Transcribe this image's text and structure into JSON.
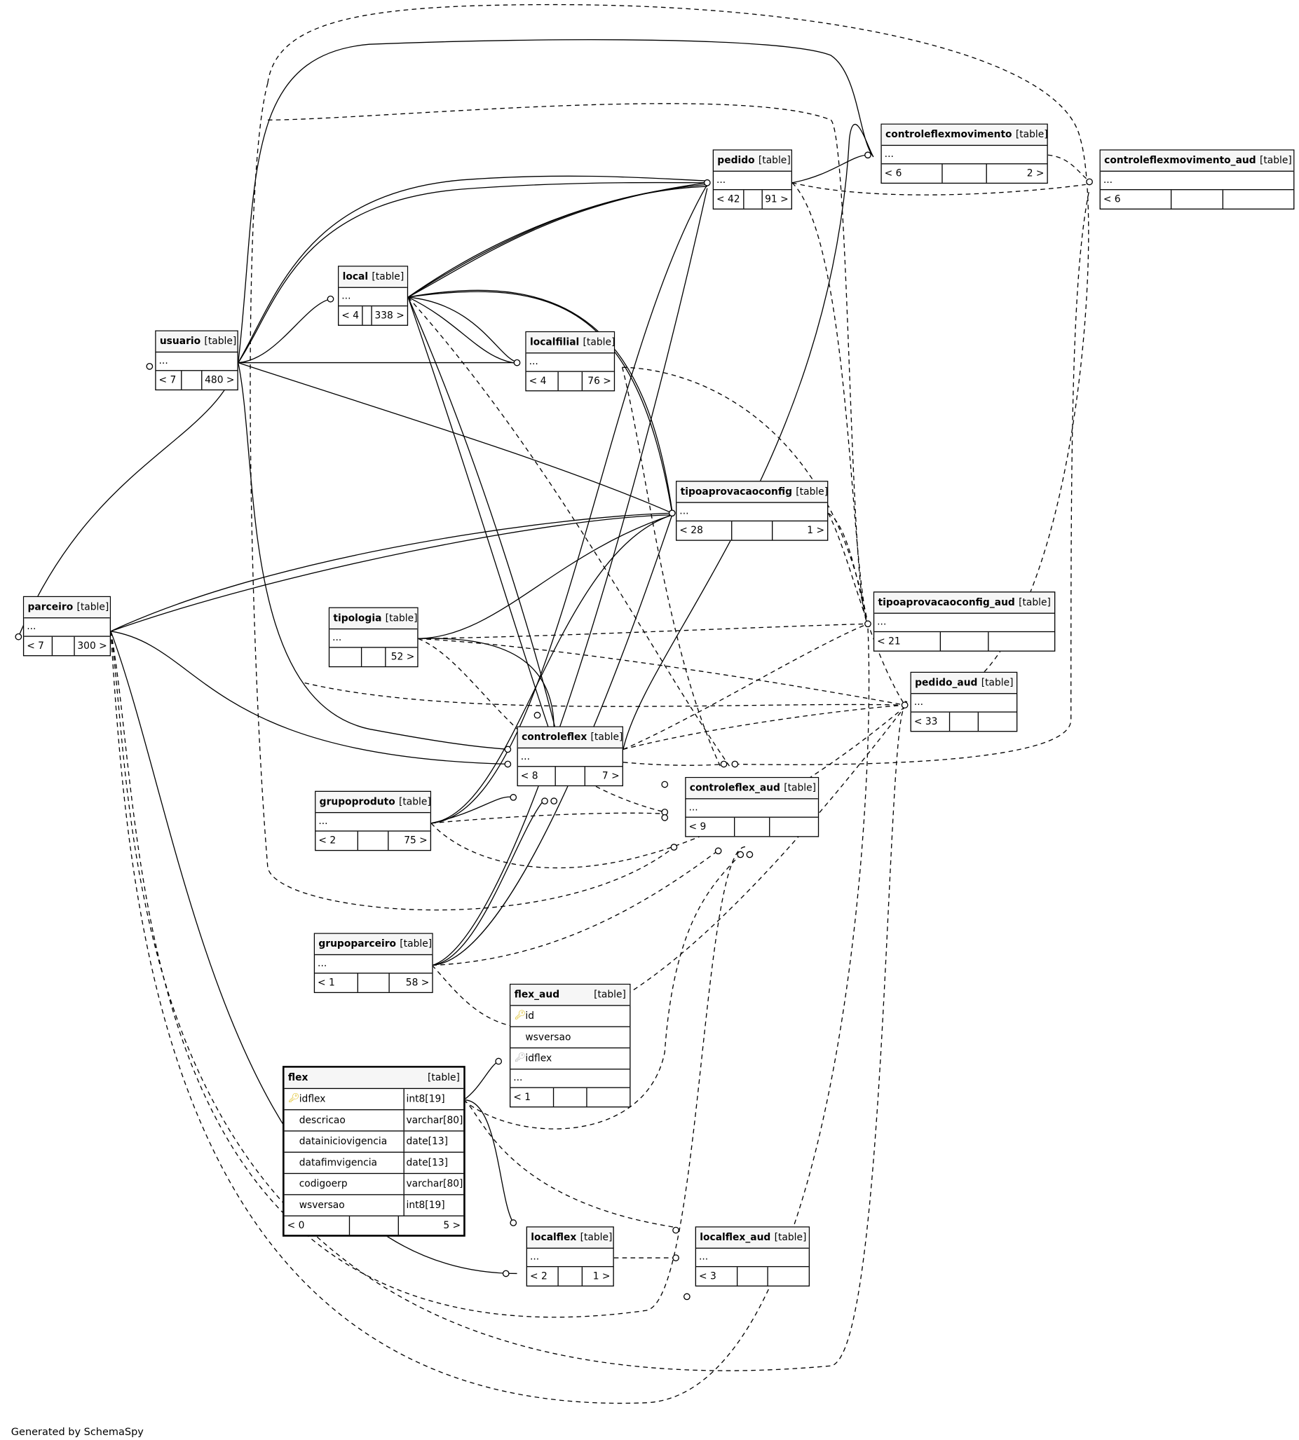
{
  "footer": "Generated by SchemaSpy",
  "type_label": "[table]",
  "dots": "...",
  "tables": {
    "controleflexmovimento": {
      "name": "controleflexmovimento",
      "parents": "< 6",
      "middle": "",
      "children": "2 >"
    },
    "controleflexmovimento_aud": {
      "name": "controleflexmovimento_aud",
      "parents": "< 6",
      "middle": "",
      "children": ""
    },
    "pedido": {
      "name": "pedido",
      "parents": "< 42",
      "middle": "",
      "children": "91 >"
    },
    "local": {
      "name": "local",
      "parents": "< 4",
      "middle": "",
      "children": "338 >"
    },
    "usuario": {
      "name": "usuario",
      "parents": "< 7",
      "middle": "",
      "children": "480 >"
    },
    "localfilial": {
      "name": "localfilial",
      "parents": "< 4",
      "middle": "",
      "children": "76 >"
    },
    "tipoaprovacaoconfig": {
      "name": "tipoaprovacaoconfig",
      "parents": "< 28",
      "middle": "",
      "children": "1 >"
    },
    "tipoaprovacaoconfig_aud": {
      "name": "tipoaprovacaoconfig_aud",
      "parents": "< 21",
      "middle": "",
      "children": ""
    },
    "parceiro": {
      "name": "parceiro",
      "parents": "< 7",
      "middle": "",
      "children": "300 >"
    },
    "tipologia": {
      "name": "tipologia",
      "parents": "",
      "middle": "",
      "children": "52 >"
    },
    "pedido_aud": {
      "name": "pedido_aud",
      "parents": "< 33",
      "middle": "",
      "children": ""
    },
    "controleflex": {
      "name": "controleflex",
      "parents": "< 8",
      "middle": "",
      "children": "7 >"
    },
    "controleflex_aud": {
      "name": "controleflex_aud",
      "parents": "< 9",
      "middle": "",
      "children": ""
    },
    "grupoproduto": {
      "name": "grupoproduto",
      "parents": "< 2",
      "middle": "",
      "children": "75 >"
    },
    "grupoparceiro": {
      "name": "grupoparceiro",
      "parents": "< 1",
      "middle": "",
      "children": "58 >"
    },
    "flex_aud": {
      "name": "flex_aud",
      "parents": "< 1",
      "middle": "",
      "children": "",
      "columns": [
        {
          "name": "id",
          "key": "pk"
        },
        {
          "name": "wsversao",
          "key": ""
        },
        {
          "name": "idflex",
          "key": "fk"
        }
      ]
    },
    "flex": {
      "name": "flex",
      "parents": "< 0",
      "middle": "",
      "children": "5 >",
      "columns": [
        {
          "name": "idflex",
          "type": "int8[19]",
          "key": "pk"
        },
        {
          "name": "descricao",
          "type": "varchar[80]",
          "key": ""
        },
        {
          "name": "datainiciovigencia",
          "type": "date[13]",
          "key": ""
        },
        {
          "name": "datafimvigencia",
          "type": "date[13]",
          "key": ""
        },
        {
          "name": "codigoerp",
          "type": "varchar[80]",
          "key": ""
        },
        {
          "name": "wsversao",
          "type": "int8[19]",
          "key": ""
        }
      ]
    },
    "localflex": {
      "name": "localflex",
      "parents": "< 2",
      "middle": "",
      "children": "1 >"
    },
    "localflex_aud": {
      "name": "localflex_aud",
      "parents": "< 3",
      "middle": "",
      "children": ""
    }
  },
  "colors": {
    "line": "#000000",
    "header_bg": "#f6f6f6",
    "pk_key": "#d9b400",
    "fk_key": "#aaaaaa"
  }
}
